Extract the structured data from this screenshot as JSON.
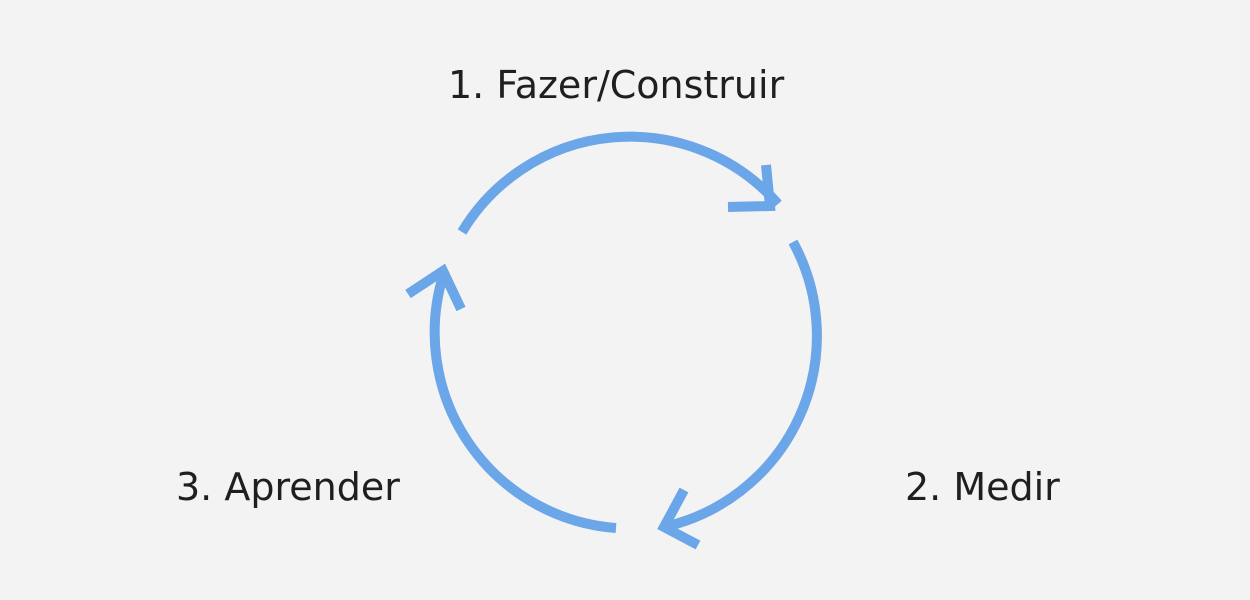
{
  "diagram": {
    "steps": [
      {
        "label": "1. Fazer/Construir"
      },
      {
        "label": "2. Medir"
      },
      {
        "label": "3. Aprender"
      }
    ],
    "colors": {
      "background": "#f3f3f4",
      "arrow": "#6aa6e8",
      "text": "#1f1f22"
    },
    "arrows": [
      {
        "from": "3. Aprender",
        "to": "1. Fazer/Construir",
        "icon": "curved-arrow-icon"
      },
      {
        "from": "1. Fazer/Construir",
        "to": "2. Medir",
        "icon": "curved-arrow-icon"
      },
      {
        "from": "2. Medir",
        "to": "3. Aprender",
        "icon": "curved-arrow-icon"
      }
    ]
  }
}
